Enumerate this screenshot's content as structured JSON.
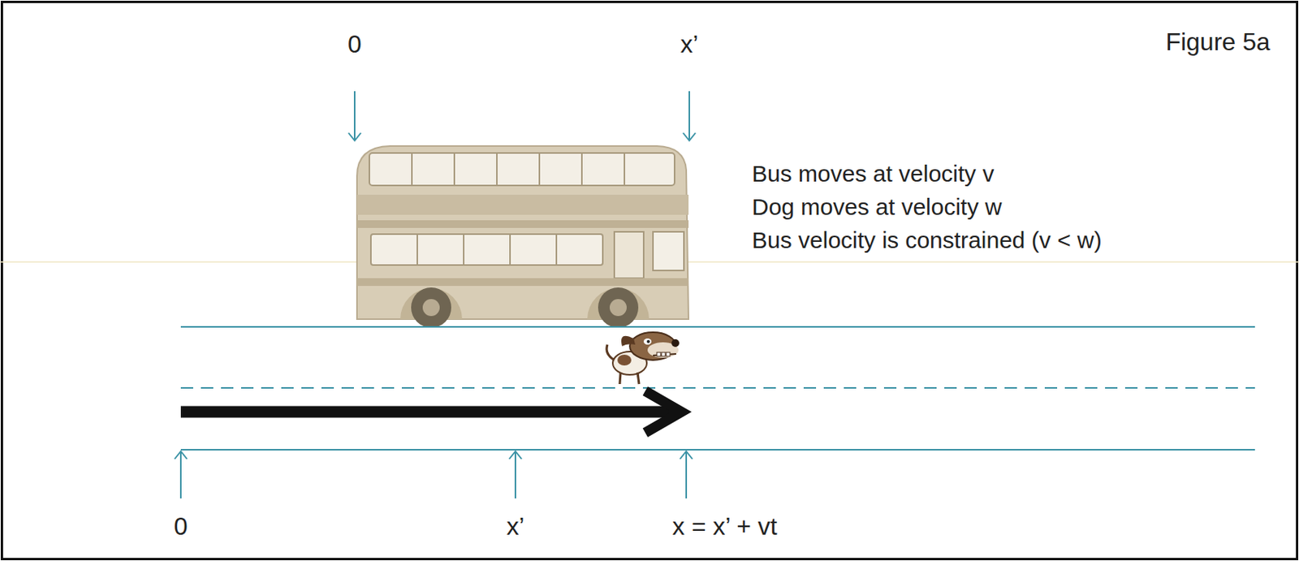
{
  "diagram": {
    "labels": [
      "0",
      "x’",
      "Figure 5a",
      "Bus moves at velocity v",
      "Dog moves at velocity w",
      "Bus velocity is constrained (v < w)",
      "0",
      "x’",
      "x = x’ + vt"
    ]
  }
}
